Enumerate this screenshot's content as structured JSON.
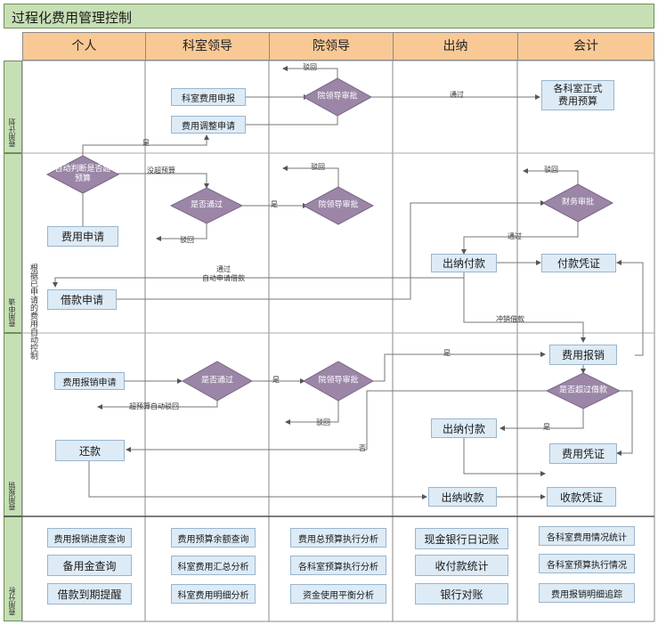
{
  "title": "过程化费用管理控制",
  "lanes": [
    "个人",
    "科室领导",
    "院领导",
    "出纳",
    "会计"
  ],
  "bands": [
    "费用计划",
    "费用申请",
    "费用报销",
    "费用分析"
  ],
  "plan": {
    "apply": "科室费用申报",
    "adjust": "费用调整申请",
    "approve": "院领导审批",
    "reject": "驳回",
    "pass": "通过",
    "budget": "各科室正式费用预算",
    "yes": "是"
  },
  "apply": {
    "auto_check": "自动判断是否超预算",
    "over_budget": "没超预算",
    "dept_check": "是否通过",
    "yes": "是",
    "reject1": "驳回",
    "leader_approve": "院领导审批",
    "reject2": "驳回",
    "finance_approve": "财务审批",
    "reject3": "驳回",
    "fee_apply": "费用申请",
    "loan_apply": "借款申请",
    "pass_auto": "通过\n自动申请借款",
    "pass": "通过",
    "cashier_pay": "出纳付款",
    "pay_voucher": "付款凭证",
    "offset": "冲销借款",
    "side_note": "根据已申请的费用自动控制"
  },
  "reimb": {
    "reimb_apply": "费用报销申请",
    "dept_check": "是否通过",
    "yes1": "是",
    "leader_approve": "院领导审批",
    "over_reject": "超预算自动驳回",
    "reject": "驳回",
    "yes2": "是",
    "reimburse": "费用报销",
    "over_loan": "是否超过借款",
    "yes3": "是",
    "no": "否",
    "cashier_pay": "出纳付款",
    "fee_voucher": "费用凭证",
    "repay": "还款",
    "cashier_receive": "出纳收款",
    "receive_voucher": "收款凭证"
  },
  "analysis": {
    "personal": [
      "费用报销进度查询",
      "备用金查询",
      "借款到期提醒"
    ],
    "dept": [
      "费用预算余额查询",
      "科室费用汇总分析",
      "科室费用明细分析"
    ],
    "hospital": [
      "费用总预算执行分析",
      "各科室预算执行分析",
      "资金使用平衡分析"
    ],
    "cashier": [
      "现金银行日记账",
      "收付款统计",
      "银行对账"
    ],
    "accountant": [
      "各科室费用情况统计",
      "各科室预算执行情况",
      "费用报销明细追踪"
    ]
  },
  "colors": {
    "title_bg": "#c6dfb4",
    "lane_head_bg": "#f9c995",
    "box_bg": "#ddebf6",
    "diamond": "#9b86a7"
  }
}
